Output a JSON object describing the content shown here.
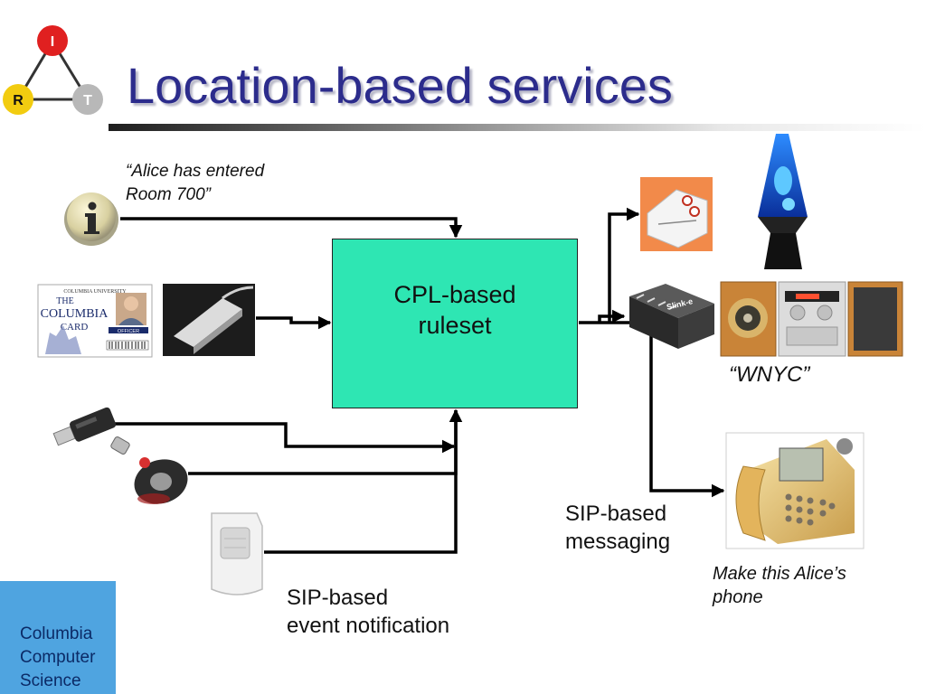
{
  "slide": {
    "title": "Location-based services",
    "accent_color": "#2c2c8c",
    "box_color": "#2ee6b3"
  },
  "irt_logo": {
    "nodes": [
      "I",
      "R",
      "T"
    ]
  },
  "ruleset": {
    "label": "CPL-based\nruleset"
  },
  "annotations": {
    "alice_entered": "“Alice has entered\nRoom 700”",
    "wnyc": "“WNYC”",
    "sip_messaging": "SIP-based\nmessaging",
    "sip_event": "SIP-based\nevent notification",
    "make_phone": "Make this Alice’s\nphone"
  },
  "id_card": {
    "line1": "COLUMBIA UNIVERSITY",
    "line2": "THE",
    "line3": "COLUMBIA",
    "line4": "CARD",
    "role": "OFFICER"
  },
  "device_labels": {
    "slink": "Slink-e"
  },
  "footer_logo": {
    "text": "Columbia\nComputer\nScience"
  },
  "icons": [
    "info-icon",
    "card-reader-icon",
    "usb-key-icon",
    "rfid-tag-icon",
    "motion-sensor-icon",
    "x10-controller-icon",
    "lava-lamp-icon",
    "slink-e-icon",
    "stereo-icon",
    "ip-phone-icon",
    "crown-icon"
  ]
}
